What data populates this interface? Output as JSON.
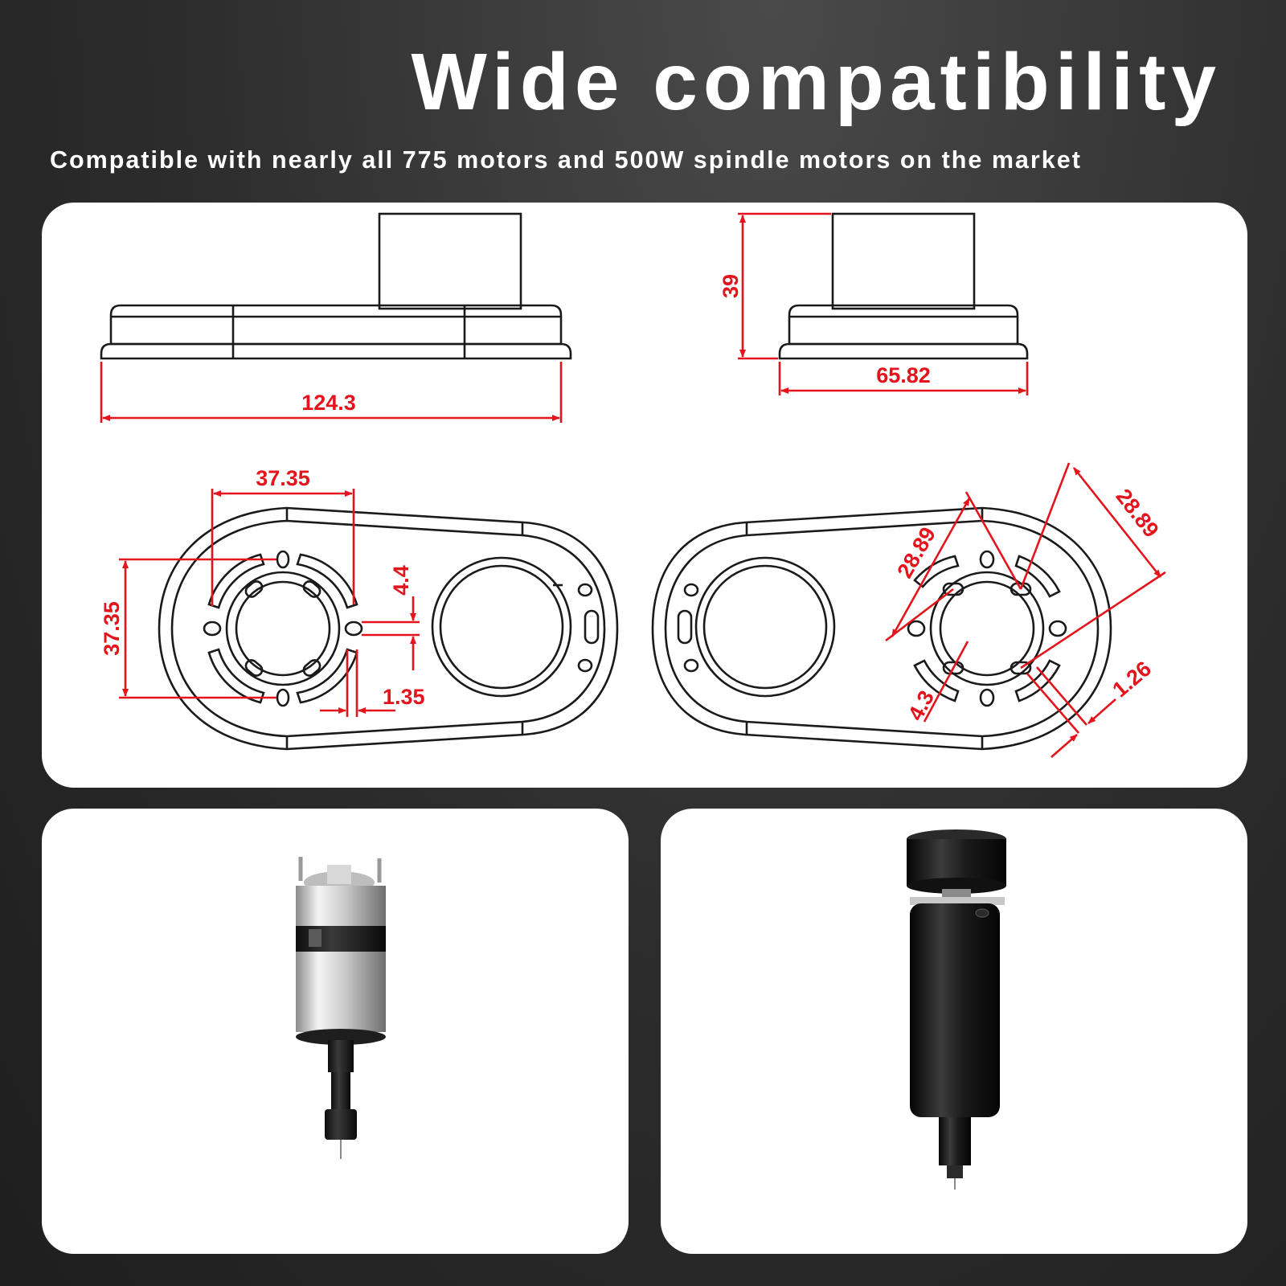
{
  "header": {
    "title": "Wide compatibility",
    "subtitle": "Compatible with nearly all 775 motors and 500W spindle motors on the market"
  },
  "dimensions": {
    "side_width": "124.3",
    "front_width": "65.82",
    "front_height": "39",
    "bolt_spacing_h": "37.35",
    "bolt_spacing_v": "37.35",
    "slot_width": "4.4",
    "slot_offset": "1.35",
    "diag_spacing_a": "28.89",
    "diag_spacing_b": "28.89",
    "hole_dia": "4.3",
    "slot_gap": "1.26"
  },
  "colors": {
    "dimension": "#e3141c",
    "outline": "#1a1a1a",
    "background": "#2c2c2c",
    "panel": "#ffffff"
  }
}
